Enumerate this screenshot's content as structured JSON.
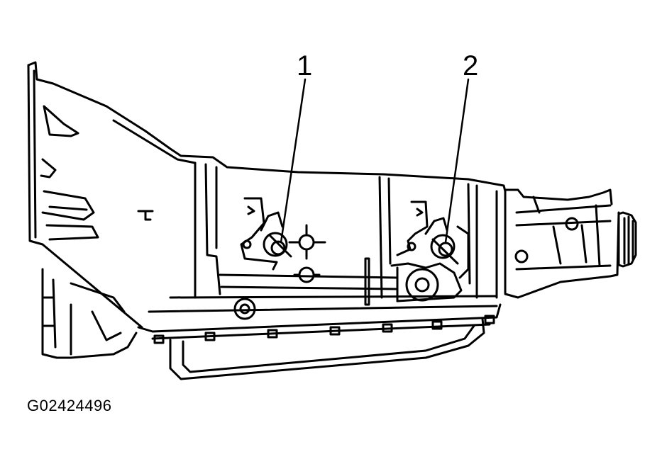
{
  "figure_id": "G02424496",
  "callouts": [
    {
      "label": "1"
    },
    {
      "label": "2"
    }
  ],
  "colors": {
    "line": "#000000",
    "background": "#ffffff"
  }
}
